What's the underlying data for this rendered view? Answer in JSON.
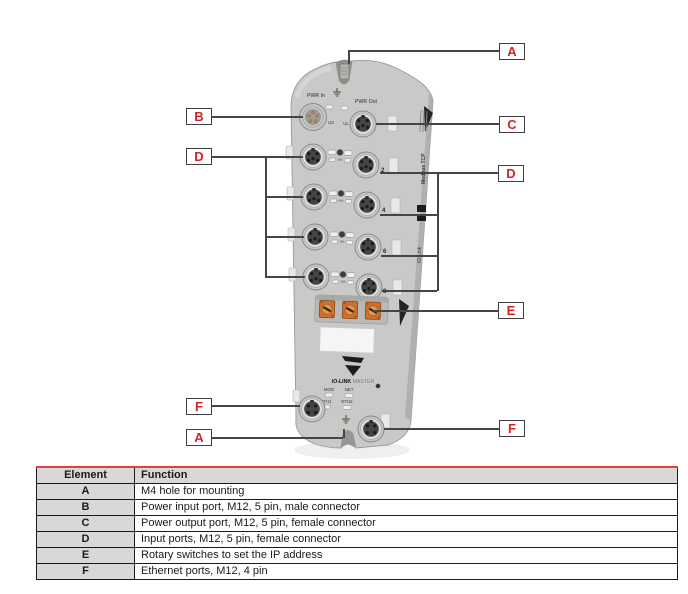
{
  "device": {
    "labels": {
      "pwr_in": "PWR In",
      "pwr_out": "PWR Out",
      "us": "US",
      "ul": "UL",
      "mod": "MOD",
      "net": "NET",
      "eth1": "ETH1",
      "eth2": "ETH2",
      "product_bold": "IO-LINK",
      "product_light": "MASTER"
    },
    "port_numbers": [
      "2",
      "4",
      "6",
      "8"
    ],
    "side_markings": {
      "fieldbus": "Modbus TCP",
      "io_link": "IO-Link"
    }
  },
  "callouts": {
    "a_top": "A",
    "b": "B",
    "c": "C",
    "d_left": "D",
    "d_right": "D",
    "e": "E",
    "f_left": "F",
    "f_right": "F",
    "a_bottom": "A"
  },
  "colors": {
    "callout_red": "#d2232a",
    "table_top_border": "#e04040",
    "leader_line": "#454545",
    "switch_orange": "#d4772e",
    "body_gray": "#c9c9c7"
  },
  "table": {
    "headers": [
      "Element",
      "Function"
    ],
    "rows": [
      {
        "element": "A",
        "function": "M4 hole for mounting"
      },
      {
        "element": "B",
        "function": "Power input port, M12, 5 pin, male connector"
      },
      {
        "element": "C",
        "function": "Power output port, M12, 5 pin, female connector"
      },
      {
        "element": "D",
        "function": "Input ports, M12, 5 pin, female connector"
      },
      {
        "element": "E",
        "function": "Rotary switches to set the IP address"
      },
      {
        "element": "F",
        "function": "Ethernet ports, M12, 4 pin"
      }
    ]
  }
}
